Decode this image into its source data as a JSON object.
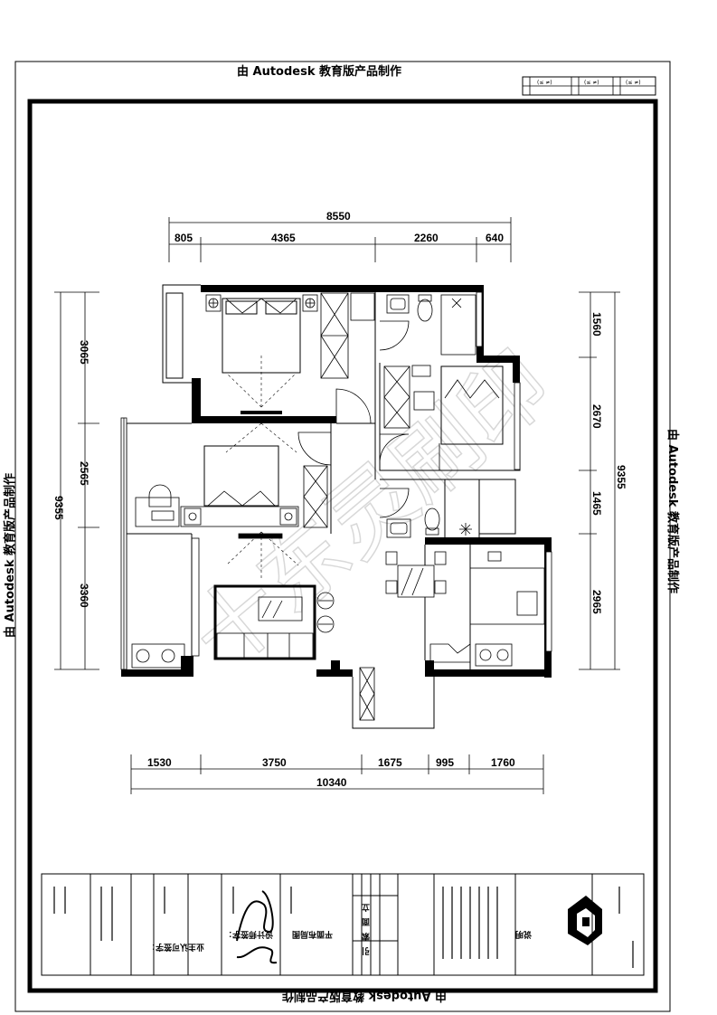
{
  "watermark": {
    "edu_top": "由 Autodesk 教育版产品制作",
    "edu_right": "由 Autodesk 教育版产品制作",
    "edu_left": "由 Autodesk 教育版产品制作",
    "edu_bottom": "由 Autodesk 教育版产品制作",
    "stamp": "十东灵刷印"
  },
  "revision_table": {
    "cells": [
      "(≤ ≠)",
      "(≤ ≠)",
      "(≤ ≠)"
    ]
  },
  "dimensions": {
    "top_total": "8550",
    "top_segments": [
      "805",
      "4365",
      "2260",
      "640"
    ],
    "left_total": "9355",
    "left_segments": [
      "3065",
      "2565",
      "3360"
    ],
    "right_total": "9355",
    "right_segments": [
      "1560",
      "2670",
      "1465",
      "2965"
    ],
    "bottom_total": "10340",
    "bottom_segments": [
      "1530",
      "3750",
      "1675",
      "995",
      "1760"
    ]
  },
  "title_block": {
    "drawing_title": "平面布局图",
    "notes_heading": "说明",
    "signature_label": "设计师签字：",
    "client_label": "业主认可签字：",
    "table_marks": [
      "立",
      "面",
      "索",
      "引"
    ]
  }
}
